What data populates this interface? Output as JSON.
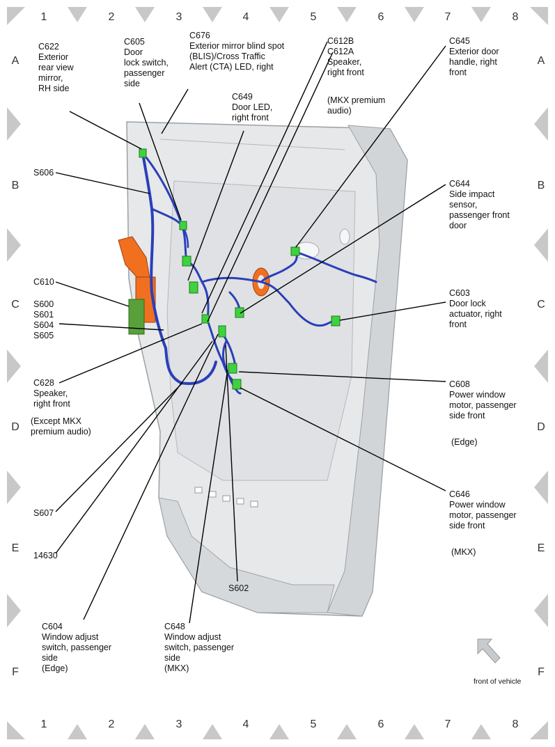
{
  "grid": {
    "columns": [
      "1",
      "2",
      "3",
      "4",
      "5",
      "6",
      "7",
      "8"
    ],
    "rows": [
      "A",
      "B",
      "C",
      "D",
      "E",
      "F"
    ]
  },
  "labels": {
    "c622": "C622\nExterior\nrear view\nmirror,\nRH side",
    "c605": "C605\nDoor\nlock switch,\npassenger\nside",
    "c676": "C676\nExterior mirror blind spot\n(BLIS)/Cross Traffic\nAlert (CTA) LED, right",
    "c612": "C612B\nC612A\nSpeaker,\nright front",
    "c612_note": "(MKX premium\naudio)",
    "c649": "C649\nDoor LED,\nright front",
    "c645": "C645\nExterior door\nhandle, right\nfront",
    "s606": "S606",
    "c644": "C644\nSide impact\nsensor,\npassenger front\ndoor",
    "c610": "C610",
    "s600": "S600\nS601\nS604\nS605",
    "c603": "C603\nDoor lock\nactuator, right\nfront",
    "c628": "C628\nSpeaker,\nright front",
    "c628_note": "(Except MKX\npremium audio)",
    "c608": "C608\nPower window\nmotor, passenger\nside front",
    "c608_note": "(Edge)",
    "c646": "C646\nPower window\nmotor, passenger\nside front",
    "c646_note": "(MKX)",
    "s607": "S607",
    "n14630": "14630",
    "s602": "S602",
    "c604": "C604\nWindow adjust\nswitch, passenger\nside\n(Edge)",
    "c648": "C648\nWindow adjust\nswitch, passenger\nside\n(MKX)",
    "front_of_vehicle": "front of vehicle"
  },
  "colors": {
    "harness": "#2a3fb8",
    "connector": "#3fd13f",
    "orange_part": "#f07020",
    "door_panel": "#e4e6e8",
    "frame_triangle": "#c8c8c8"
  }
}
